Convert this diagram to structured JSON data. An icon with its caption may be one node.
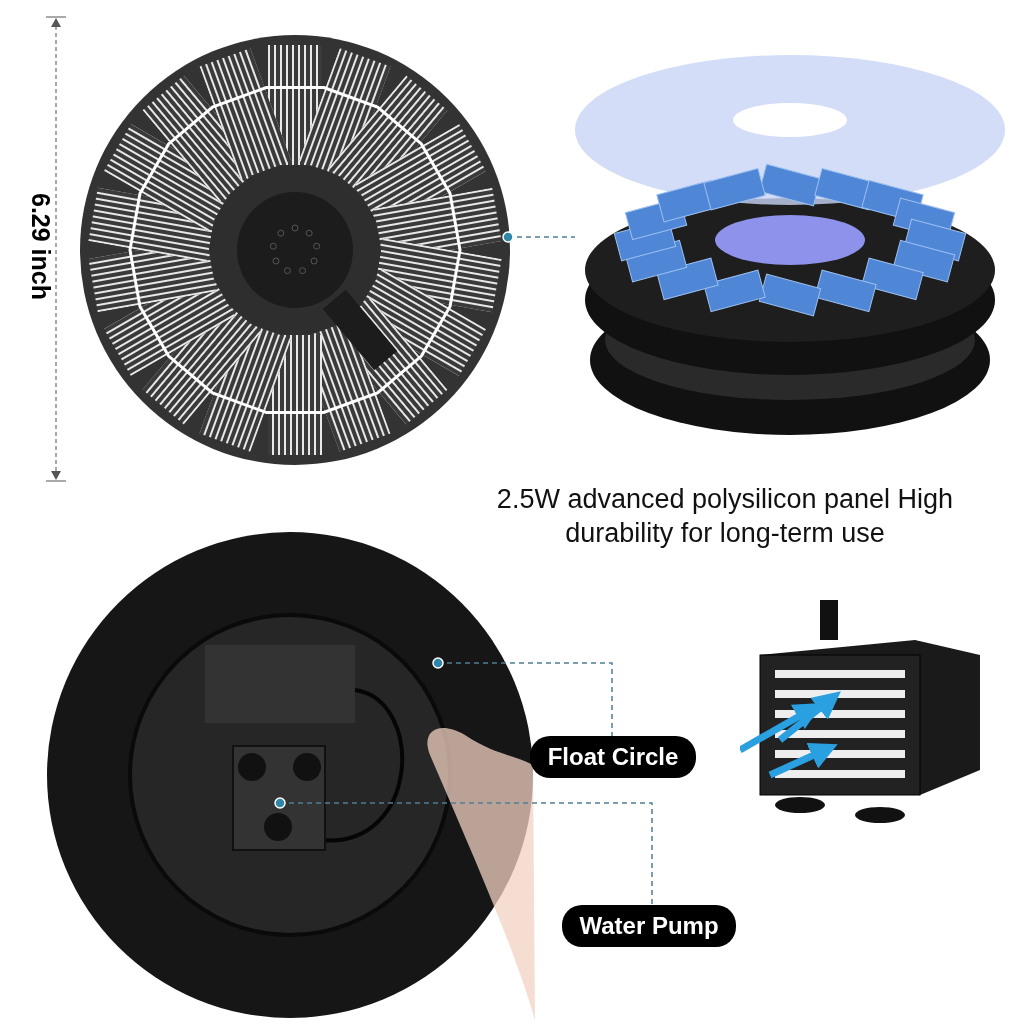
{
  "diagram": {
    "nodes": [
      {
        "text": [],
        "shape": "picture"
      },
      {
        "text": [],
        "shape": "picture"
      },
      {
        "text": [],
        "shape": "picture"
      },
      {
        "text": [],
        "shape": "box",
        "in": 2
      },
      {
        "text": [],
        "shape": "picture"
      },
      {
        "text": [
          "Float Circle"
        ]
      },
      {
        "text": [
          "Water Pump"
        ]
      }
    ],
    "edges": [
      {
        "from": 0,
        "to": 1,
        "arrow": "other",
        "style": "dashed"
      },
      {
        "from": 2,
        "to": 5,
        "arrow": "other",
        "style": "dashed"
      },
      {
        "from": 3,
        "to": 6,
        "arrow": "other",
        "style": "dashed"
      }
    ],
    "labels": [
      "6.29 inch",
      "2.5W advanced polysilicon panel High durability for long-term use"
    ]
  }
}
